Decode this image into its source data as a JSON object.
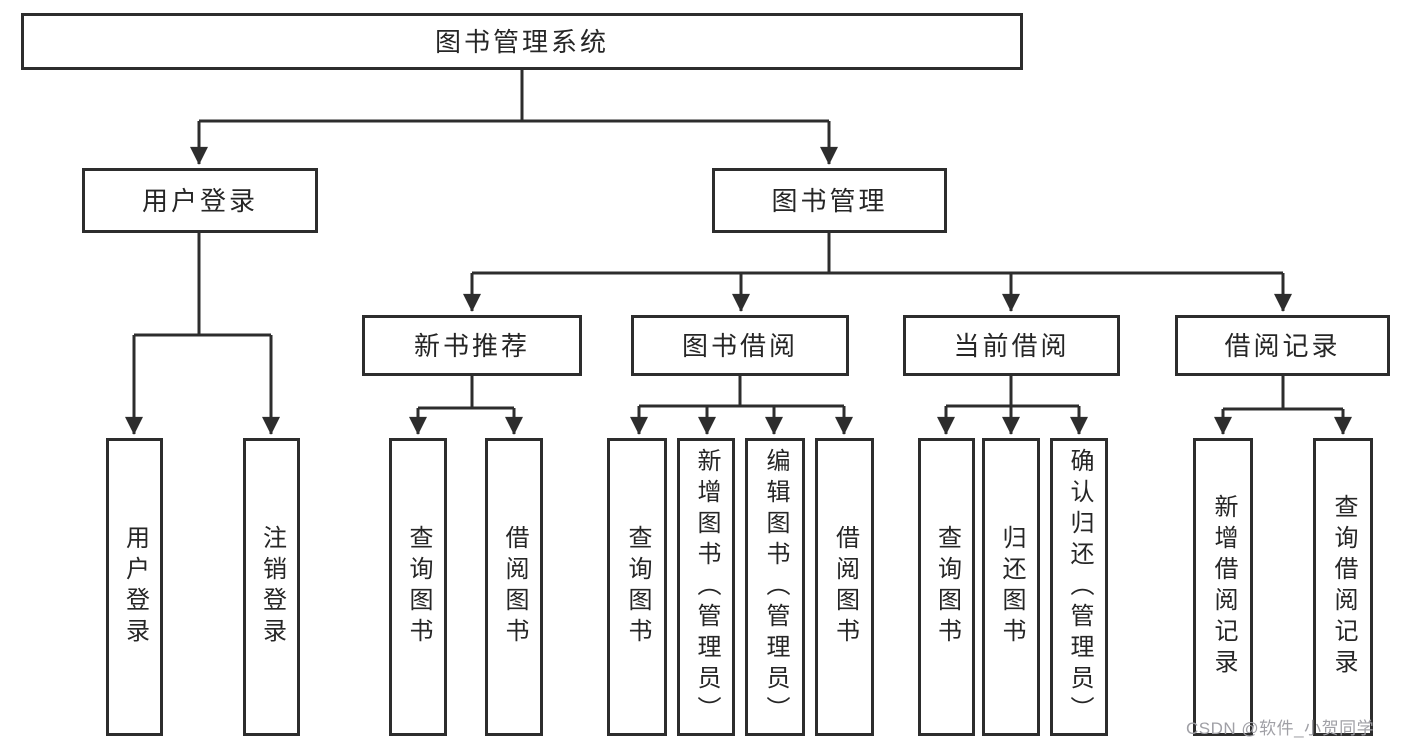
{
  "tree": {
    "root": {
      "label": "图书管理系统",
      "children": [
        {
          "label": "用户登录",
          "children": [
            {
              "label": "用户登录"
            },
            {
              "label": "注销登录"
            }
          ]
        },
        {
          "label": "图书管理",
          "children": [
            {
              "label": "新书推荐",
              "children": [
                {
                  "label": "查询图书"
                },
                {
                  "label": "借阅图书"
                }
              ]
            },
            {
              "label": "图书借阅",
              "children": [
                {
                  "label": "查询图书"
                },
                {
                  "label": "新增图书（管理员）"
                },
                {
                  "label": "编辑图书（管理员）"
                },
                {
                  "label": "借阅图书"
                }
              ]
            },
            {
              "label": "当前借阅",
              "children": [
                {
                  "label": "查询图书"
                },
                {
                  "label": "归还图书"
                },
                {
                  "label": "确认归还（管理员）"
                }
              ]
            },
            {
              "label": "借阅记录",
              "children": [
                {
                  "label": "新增借阅记录"
                },
                {
                  "label": "查询借阅记录"
                }
              ]
            }
          ]
        }
      ]
    }
  },
  "watermark": {
    "text": "CSDN @软件_小贺同学"
  },
  "colors": {
    "line": "#2d2d2d",
    "text": "#262626",
    "watermark": "#a0a0a6",
    "background": "#ffffff"
  }
}
